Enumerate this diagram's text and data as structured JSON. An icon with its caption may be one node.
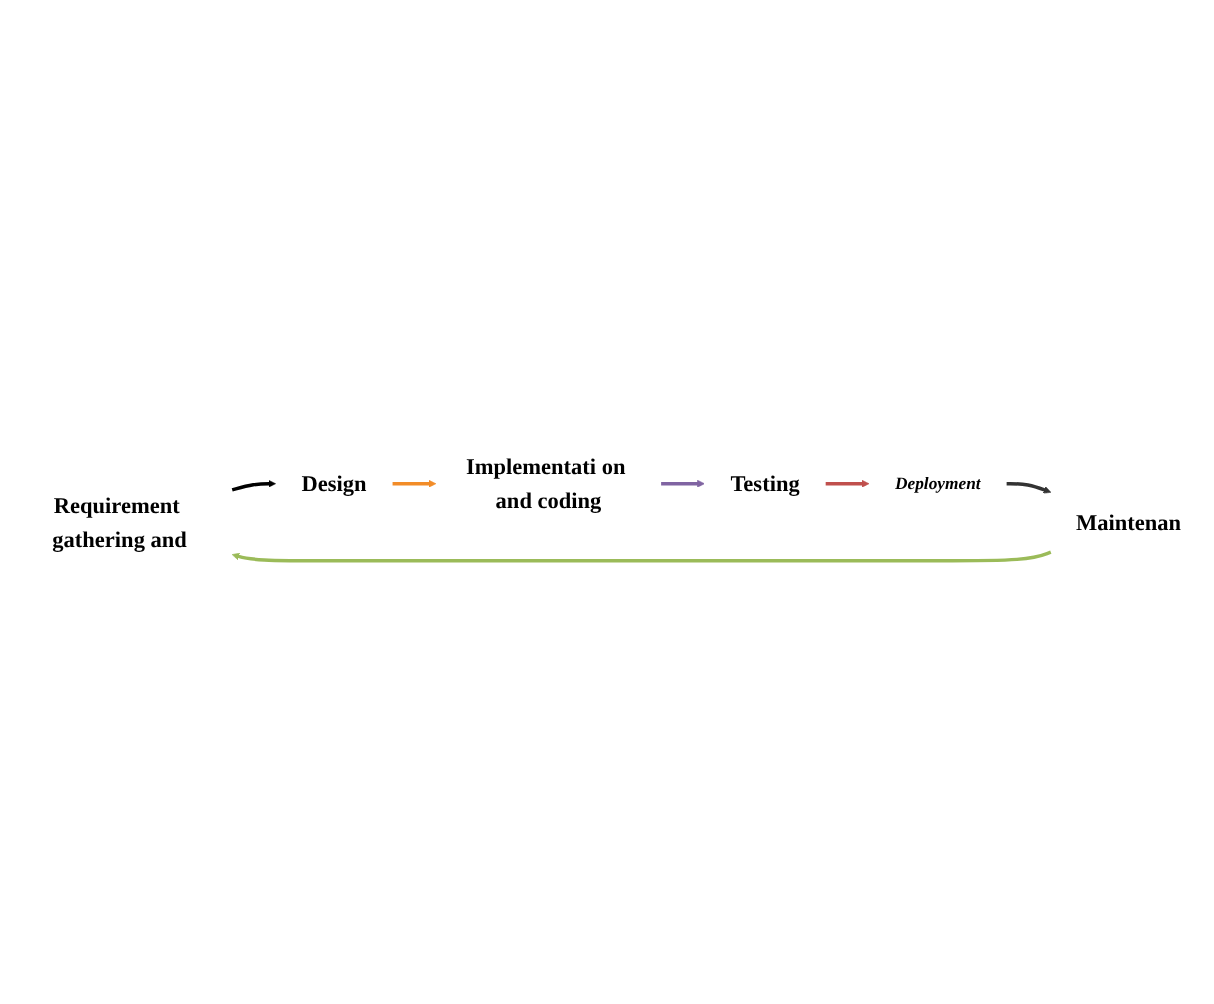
{
  "diagram": {
    "nodes": [
      {
        "text": [
          "Requirement gathering and"
        ]
      },
      {
        "text": [
          "Design"
        ]
      },
      {
        "text": [
          "Implementati on and coding"
        ]
      },
      {
        "text": [
          "Testing"
        ]
      },
      {
        "text": [
          "Deployment"
        ]
      },
      {
        "text": [
          "Maintenan"
        ]
      }
    ],
    "edges": [
      {
        "from": 0,
        "to": 1,
        "arrow": "to",
        "color": "#000000"
      },
      {
        "from": 1,
        "to": 2,
        "arrow": "to",
        "color": "#f28c28"
      },
      {
        "from": 2,
        "to": 3,
        "arrow": "to",
        "color": "#8064a2"
      },
      {
        "from": 3,
        "to": 4,
        "arrow": "to",
        "color": "#c0504d"
      },
      {
        "from": 4,
        "to": 5,
        "arrow": "to"
      },
      {
        "from": 5,
        "to": 0,
        "arrow": "to",
        "color": "#9bbb59"
      }
    ]
  }
}
